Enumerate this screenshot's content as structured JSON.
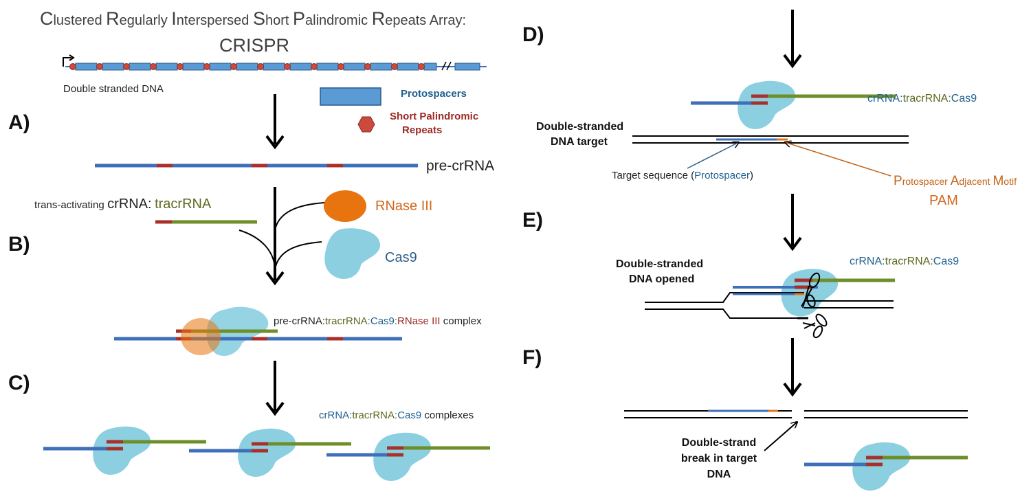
{
  "title": {
    "line1_parts": [
      {
        "big": "C",
        "small": "lustered "
      },
      {
        "big": "R",
        "small": "egularly "
      },
      {
        "big": "I",
        "small": "nterspersed "
      },
      {
        "big": "S",
        "small": "hort "
      },
      {
        "big": "P",
        "small": "alindromic "
      },
      {
        "big": "R",
        "small": "epeats Array:"
      }
    ],
    "line2": "CRISPR"
  },
  "colors": {
    "dna_blue": "#3f6fb8",
    "repeat_red": "#a9302a",
    "tracr_green": "#6e8e2a",
    "cas9": "#8ccfe0",
    "rnase": "#e8740f",
    "protospacer_fill": "#5b9bd5",
    "pam": "#e8740f"
  },
  "steps": {
    "a": "A)",
    "b": "B)",
    "c": "C)",
    "d": "D)",
    "e": "E)",
    "f": "F)"
  },
  "labels": {
    "double_stranded_dna": "Double stranded DNA",
    "legend_protospacers": "Protospacers",
    "legend_repeats_line1": "Short Palindromic",
    "legend_repeats_line2": "Repeats",
    "pre_crrna": "pre-crRNA",
    "tracr_prefix": "trans-activating",
    "tracr_crrna": "crRNA:",
    "tracr_name": "tracrRNA",
    "rnase": "RNase III",
    "cas9": "Cas9",
    "complex_b_parts": [
      {
        "text": "pre-crRNA:",
        "color": "black"
      },
      {
        "text": "tracrRNA:",
        "color": "olive"
      },
      {
        "text": "Cas9:",
        "color": "blue"
      },
      {
        "text": "RNase III",
        "color": "red"
      },
      {
        "text": " complex",
        "color": "black"
      }
    ],
    "complexes_c_parts": [
      {
        "text": "crRNA:",
        "color": "blue"
      },
      {
        "text": "tracrRNA:",
        "color": "olive"
      },
      {
        "text": "Cas9",
        "color": "blue"
      },
      {
        "text": " complexes",
        "color": "black"
      }
    ],
    "crrna_tracr_cas9_parts": [
      {
        "text": "crRNA:",
        "color": "blue"
      },
      {
        "text": "tracrRNA:",
        "color": "olive"
      },
      {
        "text": "Cas9",
        "color": "blue"
      }
    ],
    "ds_target_line1": "Double-stranded",
    "ds_target_line2": "DNA target",
    "target_seq_parts": [
      {
        "text": "Target sequence (",
        "color": "black"
      },
      {
        "text": "Protospacer",
        "color": "blue"
      },
      {
        "text": ")",
        "color": "black"
      }
    ],
    "pam_parts": [
      {
        "big": "P",
        "small": "rotospacer "
      },
      {
        "big": "A",
        "small": "djacent "
      },
      {
        "big": "M",
        "small": "otif"
      }
    ],
    "pam": "PAM",
    "ds_opened_line1": "Double-stranded",
    "ds_opened_line2": "DNA opened",
    "break_line1": "Double-strand",
    "break_line2": "break in target",
    "break_line3": "DNA"
  }
}
